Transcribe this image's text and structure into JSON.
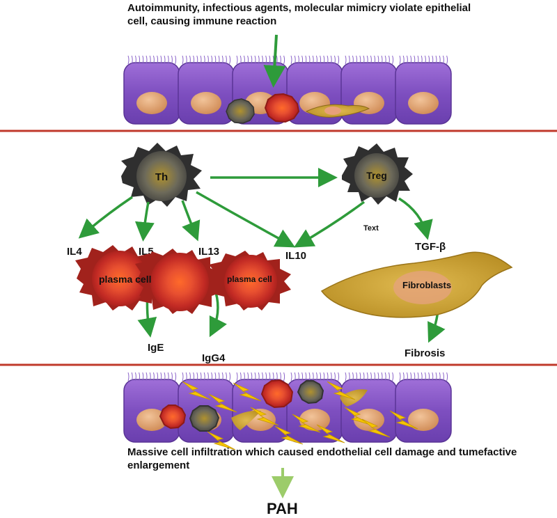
{
  "captions": {
    "top": "Autoimmunity, infectious agents, molecular mimicry violate epithelial cell, causing  immune reaction",
    "bottom": "Massive cell infiltration which caused endothelial cell damage and tumefactive  enlargement"
  },
  "cells": {
    "th": "Th",
    "treg": "Treg",
    "plasma_cell_1": "plasma cell",
    "plasma_cell_2": "plasma cell",
    "fibroblasts": "Fibroblasts"
  },
  "cytokines": {
    "il4": "IL4",
    "il5": "IL5",
    "il13": "IL13",
    "il10": "IL10",
    "tgf_beta": "TGF-β",
    "text_label": "Text"
  },
  "outputs": {
    "ige": "IgE",
    "igg4": "IgG4",
    "fibrosis": "Fibrosis",
    "pah": "PAH"
  },
  "colors": {
    "epithelium_purple": "#8c5cc8",
    "nucleus_orange": "#e0a070",
    "divider_red": "#c0392b",
    "arrow_green": "#2e9b3a",
    "plasma_red": "#b3261e",
    "fibroblast_gold": "#c9a235",
    "bolt_yellow": "#f5c400"
  }
}
